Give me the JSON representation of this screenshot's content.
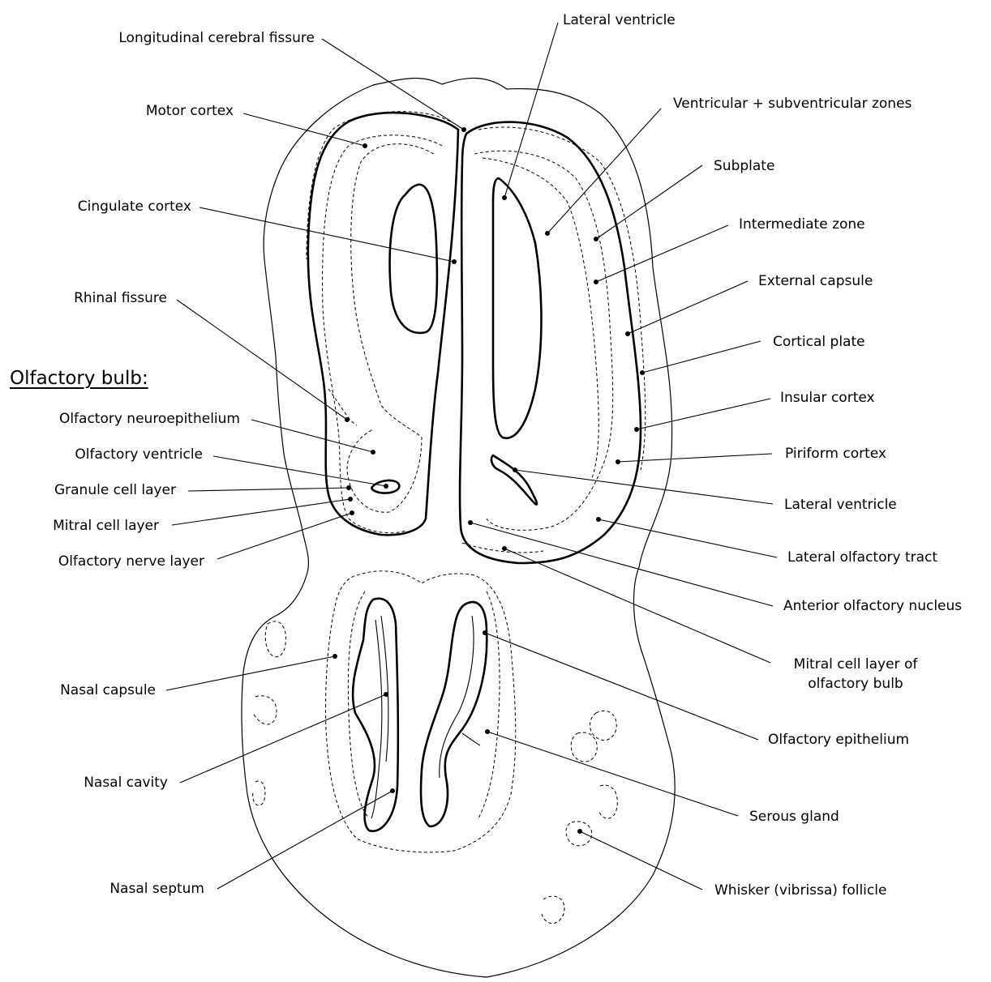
{
  "heading": "Olfactory bulb:",
  "labels": {
    "longitudinal_cerebral_fissure": "Longitudinal cerebral fissure",
    "lateral_ventricle_top": "Lateral ventricle",
    "motor_cortex": "Motor cortex",
    "ventricular_subventricular_zones": "Ventricular + subventricular zones",
    "subplate": "Subplate",
    "cingulate_cortex": "Cingulate cortex",
    "intermediate_zone": "Intermediate zone",
    "external_capsule": "External capsule",
    "rhinal_fissure": "Rhinal fissure",
    "cortical_plate": "Cortical plate",
    "insular_cortex": "Insular cortex",
    "olfactory_neuroepithelium": "Olfactory neuroepithelium",
    "olfactory_ventricle": "Olfactory ventricle",
    "piriform_cortex": "Piriform cortex",
    "granule_cell_layer": "Granule cell layer",
    "mitral_cell_layer": "Mitral cell layer",
    "lateral_ventricle_bottom": "Lateral ventricle",
    "olfactory_nerve_layer": "Olfactory nerve layer",
    "lateral_olfactory_tract": "Lateral olfactory tract",
    "anterior_olfactory_nucleus": "Anterior olfactory nucleus",
    "mitral_cell_layer_ob_line1": "Mitral cell layer of",
    "mitral_cell_layer_ob_line2": "olfactory bulb",
    "nasal_capsule": "Nasal capsule",
    "olfactory_epithelium": "Olfactory epithelium",
    "nasal_cavity": "Nasal cavity",
    "serous_gland": "Serous gland",
    "whisker_follicle": "Whisker (vibrissa) follicle",
    "nasal_septum": "Nasal septum"
  }
}
